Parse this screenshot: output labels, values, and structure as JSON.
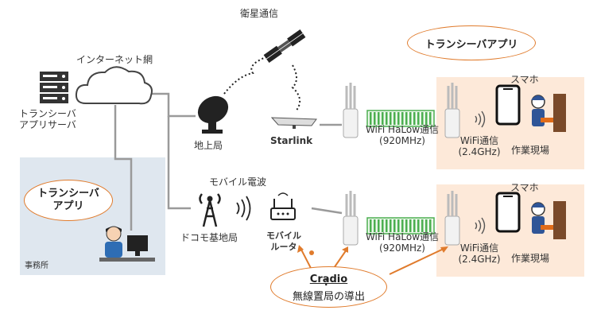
{
  "labels": {
    "satellite_comm": "衛星通信",
    "internet": "インターネット網",
    "server": "トランシーバ\nアプリサーバ",
    "ground_station": "地上局",
    "starlink": "Starlink",
    "mobile_radio": "モバイル電波",
    "docomo_base": "ドコモ基地局",
    "mobile_router": "モバイル\nルータ",
    "halow_top": "WiFi HaLow通信\n(920MHz)",
    "halow_bottom": "WiFi HaLow通信\n(920MHz)",
    "wifi_top": "WiFi通信\n(2.4GHz)",
    "wifi_bottom": "WiFi通信\n(2.4GHz)",
    "smartphone_top": "スマホ",
    "smartphone_bottom": "スマホ",
    "worksite_top": "作業現場",
    "worksite_bottom": "作業現場",
    "office": "事務所"
  },
  "bubbles": {
    "app_top": "トランシーバアプリ",
    "app_office": "トランシーバ\nアプリ",
    "cradio_title": "Cradio",
    "cradio_colon": "：",
    "cradio_desc": "無線置局の導出"
  },
  "colors": {
    "accent_orange": "#e07b2c",
    "site_bg": "#fde9d9",
    "office_bg": "#dfe7ef",
    "halow_green": "#4caf50",
    "line_gray": "#9a9a9a"
  }
}
